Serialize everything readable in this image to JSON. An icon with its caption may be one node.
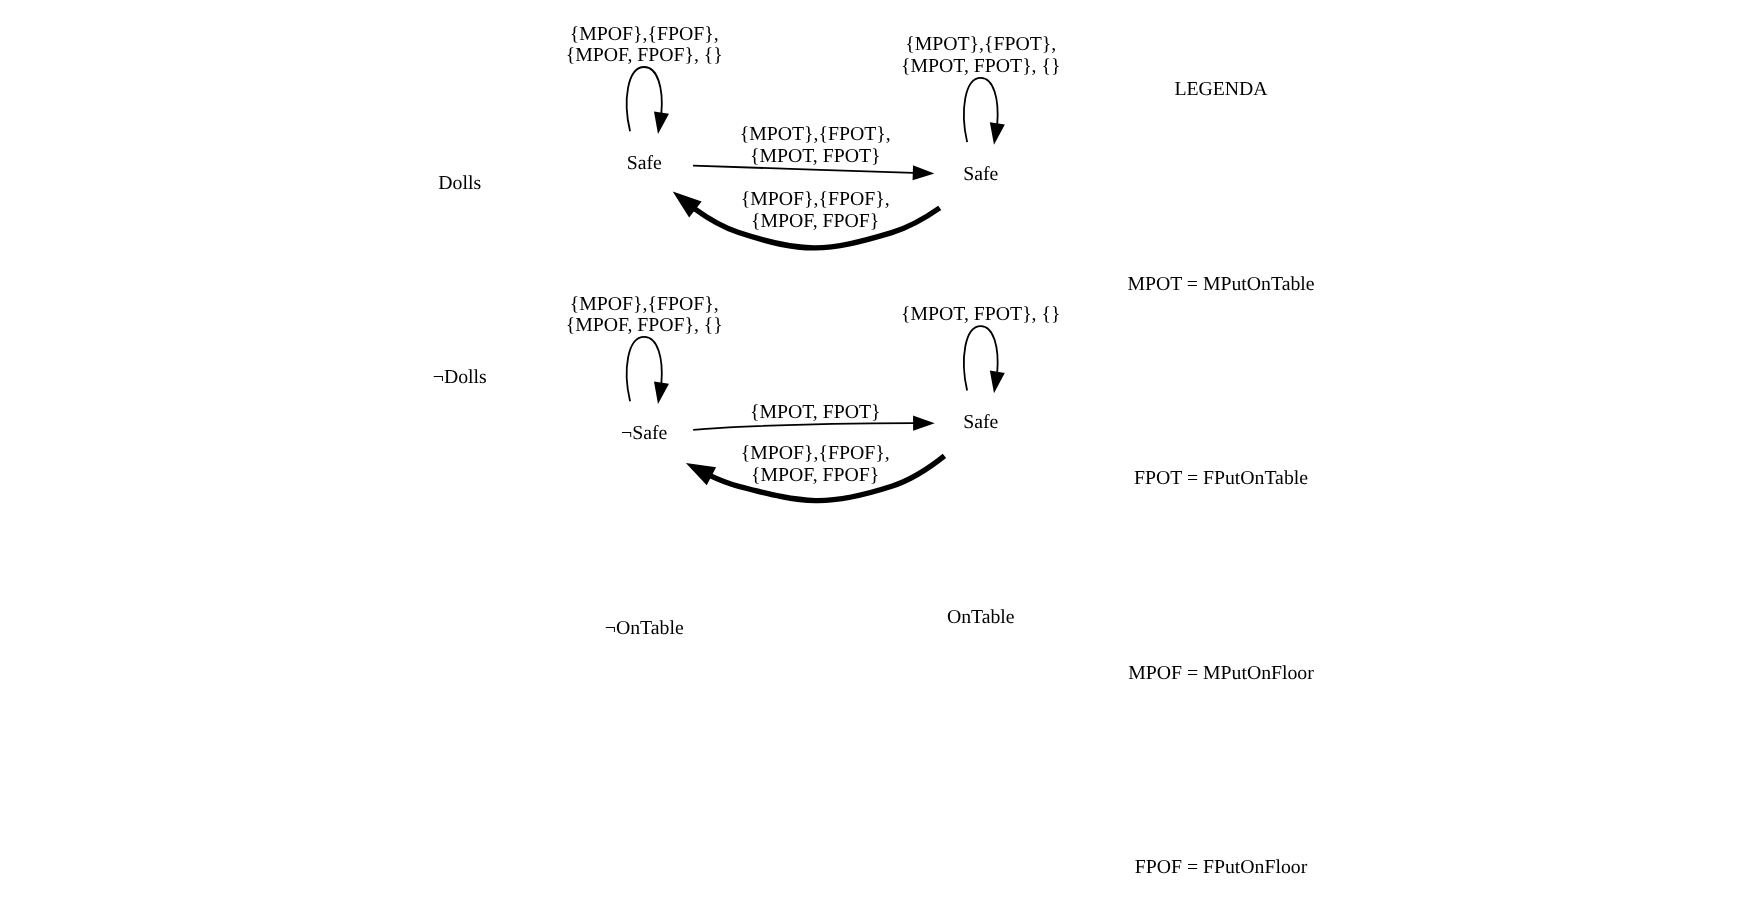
{
  "diagram": {
    "nodes": [
      {
        "text": [
          "Safe"
        ]
      },
      {
        "text": [
          "Safe"
        ]
      },
      {
        "text": [
          "¬Safe"
        ]
      },
      {
        "text": [
          "Safe"
        ]
      }
    ],
    "edges": [
      {
        "from": 0,
        "to": 1,
        "arrow": "to",
        "label": "{MPOT},{FPOT}, {MPOT, FPOT}"
      },
      {
        "from": 1,
        "to": 0,
        "arrow": "to",
        "label": "{MPOF},{FPOF}, {MPOF, FPOF}",
        "style": "thick"
      },
      {
        "from": 0,
        "to": 0,
        "arrow": "to",
        "label": "{MPOF},{FPOF}, {MPOF, FPOF}, {}"
      },
      {
        "from": 1,
        "to": 1,
        "arrow": "to",
        "label": "{MPOT},{FPOT}, {MPOT, FPOT}, {}"
      },
      {
        "from": 2,
        "to": 3,
        "arrow": "to",
        "label": "{MPOT, FPOT}"
      },
      {
        "from": 3,
        "to": 2,
        "arrow": "to",
        "label": "{MPOF},{FPOF}, {MPOF, FPOF}",
        "style": "thick"
      },
      {
        "from": 2,
        "to": 2,
        "arrow": "to",
        "label": "{MPOF},{FPOF}, {MPOF, FPOF}, {}"
      },
      {
        "from": 3,
        "to": 3,
        "arrow": "to",
        "label": "{MPOT, FPOT}, {}"
      }
    ],
    "labels": [
      "LEGENDA",
      "MPOT = MPutOnTable",
      "FPOT = FPutOnTable",
      "MPOF = MPutOnFloor",
      "FPOF = FPutOnFloor",
      "Dolls",
      "¬Dolls",
      "¬OnTable",
      "OnTable"
    ]
  }
}
